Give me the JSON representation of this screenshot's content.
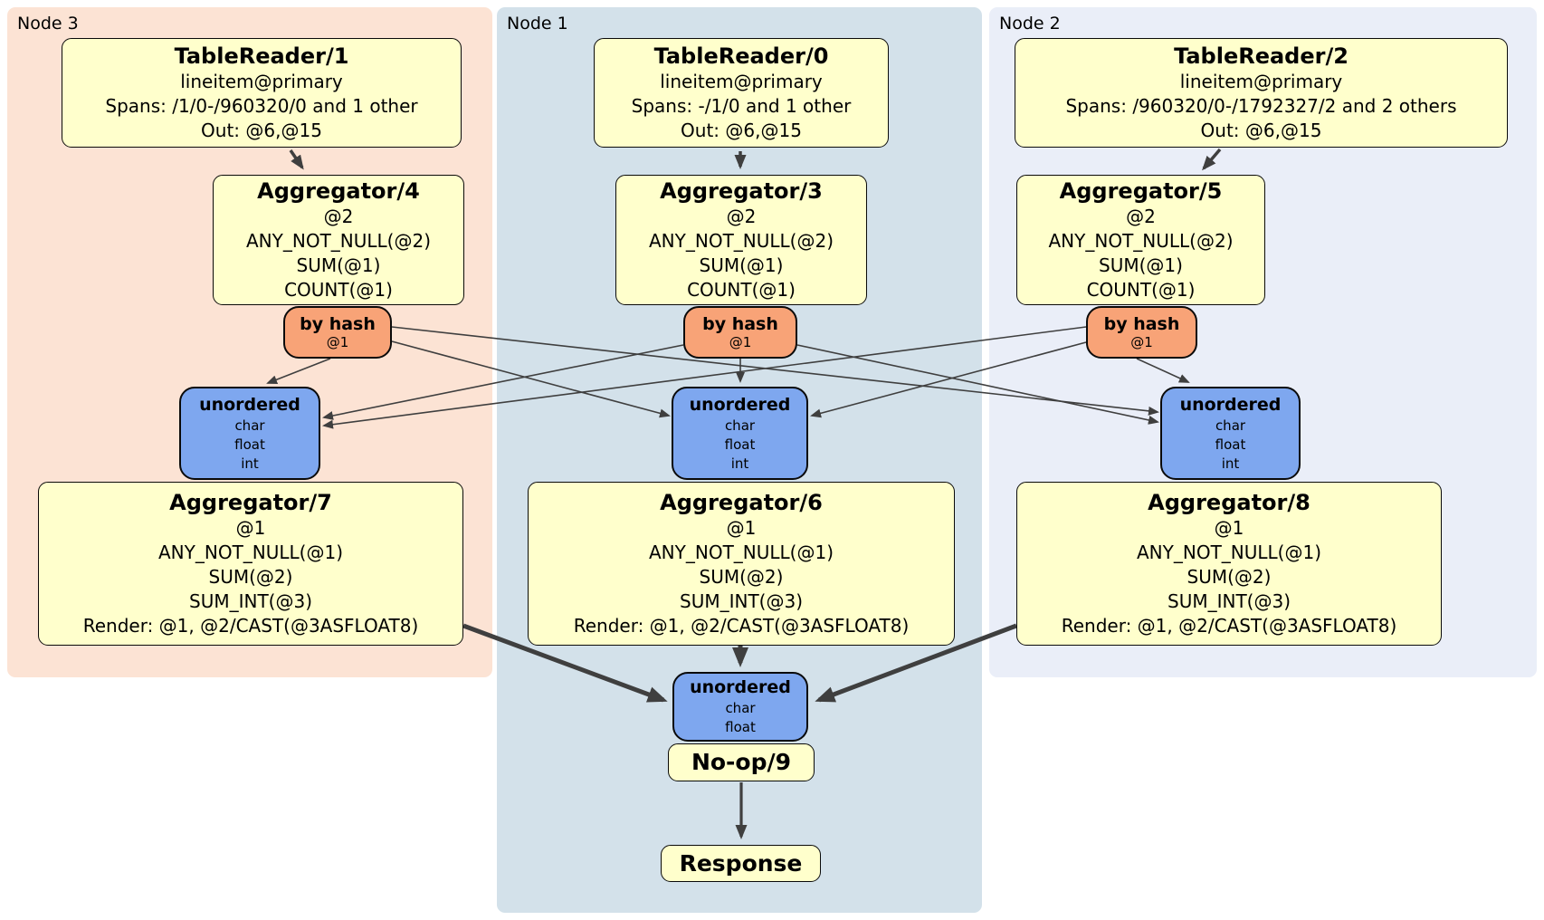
{
  "panels": [
    {
      "label": "Node 3"
    },
    {
      "label": "Node 1"
    },
    {
      "label": "Node 2"
    }
  ],
  "boxes": {
    "tr1": {
      "title": "TableReader/1",
      "lines": [
        "lineitem@primary",
        "Spans: /1/0-/960320/0 and 1 other",
        "Out: @6,@15"
      ]
    },
    "tr0": {
      "title": "TableReader/0",
      "lines": [
        "lineitem@primary",
        "Spans: -/1/0 and 1 other",
        "Out: @6,@15"
      ]
    },
    "tr2": {
      "title": "TableReader/2",
      "lines": [
        "lineitem@primary",
        "Spans: /960320/0-/1792327/2 and 2 others",
        "Out: @6,@15"
      ]
    },
    "agg4": {
      "title": "Aggregator/4",
      "lines": [
        "@2",
        "ANY_NOT_NULL(@2)",
        "SUM(@1)",
        "COUNT(@1)"
      ]
    },
    "agg3": {
      "title": "Aggregator/3",
      "lines": [
        "@2",
        "ANY_NOT_NULL(@2)",
        "SUM(@1)",
        "COUNT(@1)"
      ]
    },
    "agg5": {
      "title": "Aggregator/5",
      "lines": [
        "@2",
        "ANY_NOT_NULL(@2)",
        "SUM(@1)",
        "COUNT(@1)"
      ]
    },
    "agg7": {
      "title": "Aggregator/7",
      "lines": [
        "@1",
        "ANY_NOT_NULL(@1)",
        "SUM(@2)",
        "SUM_INT(@3)",
        "Render: @1, @2/CAST(@3ASFLOAT8)"
      ]
    },
    "agg6": {
      "title": "Aggregator/6",
      "lines": [
        "@1",
        "ANY_NOT_NULL(@1)",
        "SUM(@2)",
        "SUM_INT(@3)",
        "Render: @1, @2/CAST(@3ASFLOAT8)"
      ]
    },
    "agg8": {
      "title": "Aggregator/8",
      "lines": [
        "@1",
        "ANY_NOT_NULL(@1)",
        "SUM(@2)",
        "SUM_INT(@3)",
        "Render: @1, @2/CAST(@3ASFLOAT8)"
      ]
    },
    "noop": {
      "title": "No-op/9"
    },
    "response": {
      "title": "Response"
    }
  },
  "routers": [
    {
      "title": "by hash",
      "sub": "@1"
    },
    {
      "title": "by hash",
      "sub": "@1"
    },
    {
      "title": "by hash",
      "sub": "@1"
    }
  ],
  "syncs": [
    {
      "title": "unordered",
      "items": [
        "char",
        "float",
        "int"
      ]
    },
    {
      "title": "unordered",
      "items": [
        "char",
        "float",
        "int"
      ]
    },
    {
      "title": "unordered",
      "items": [
        "char",
        "float",
        "int"
      ]
    }
  ],
  "sync_bottom": {
    "title": "unordered",
    "items": [
      "char",
      "float"
    ]
  },
  "colors": {
    "processor_fill": "#ffffcc",
    "router_fill": "#f8a377",
    "sync_fill": "#7ea7ef",
    "node3_bg": "#fce3d4",
    "node1_bg": "#d3e1ea",
    "node2_bg": "#eaeef8",
    "edge": "#3f3f3f",
    "border": "#0a0a0a"
  }
}
